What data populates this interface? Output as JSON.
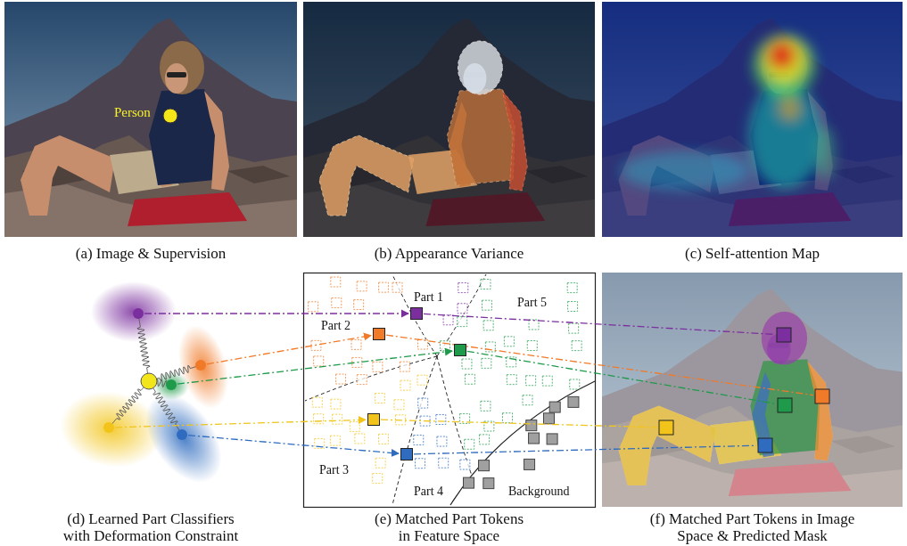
{
  "diagram": {
    "nodes": [
      {
        "text": [
          "(a) Image & Supervision"
        ]
      },
      {
        "text": [
          "(b) Appearance Variance"
        ]
      },
      {
        "text": [
          "(c) Self-attention Map"
        ]
      },
      {
        "text": [
          "(d) Learned Part Classifiers with Deformation Constraint"
        ]
      },
      {
        "text": [
          "(e) Matched Part Tokens in Feature Space"
        ]
      },
      {
        "text": [
          "(f) Matched Part Tokens in Image Space & Predicted Mask"
        ]
      }
    ],
    "labels": [
      "Person",
      "Part 1",
      "Part 5",
      "Part 2",
      "Part 3",
      "Part 4",
      "Background"
    ]
  }
}
